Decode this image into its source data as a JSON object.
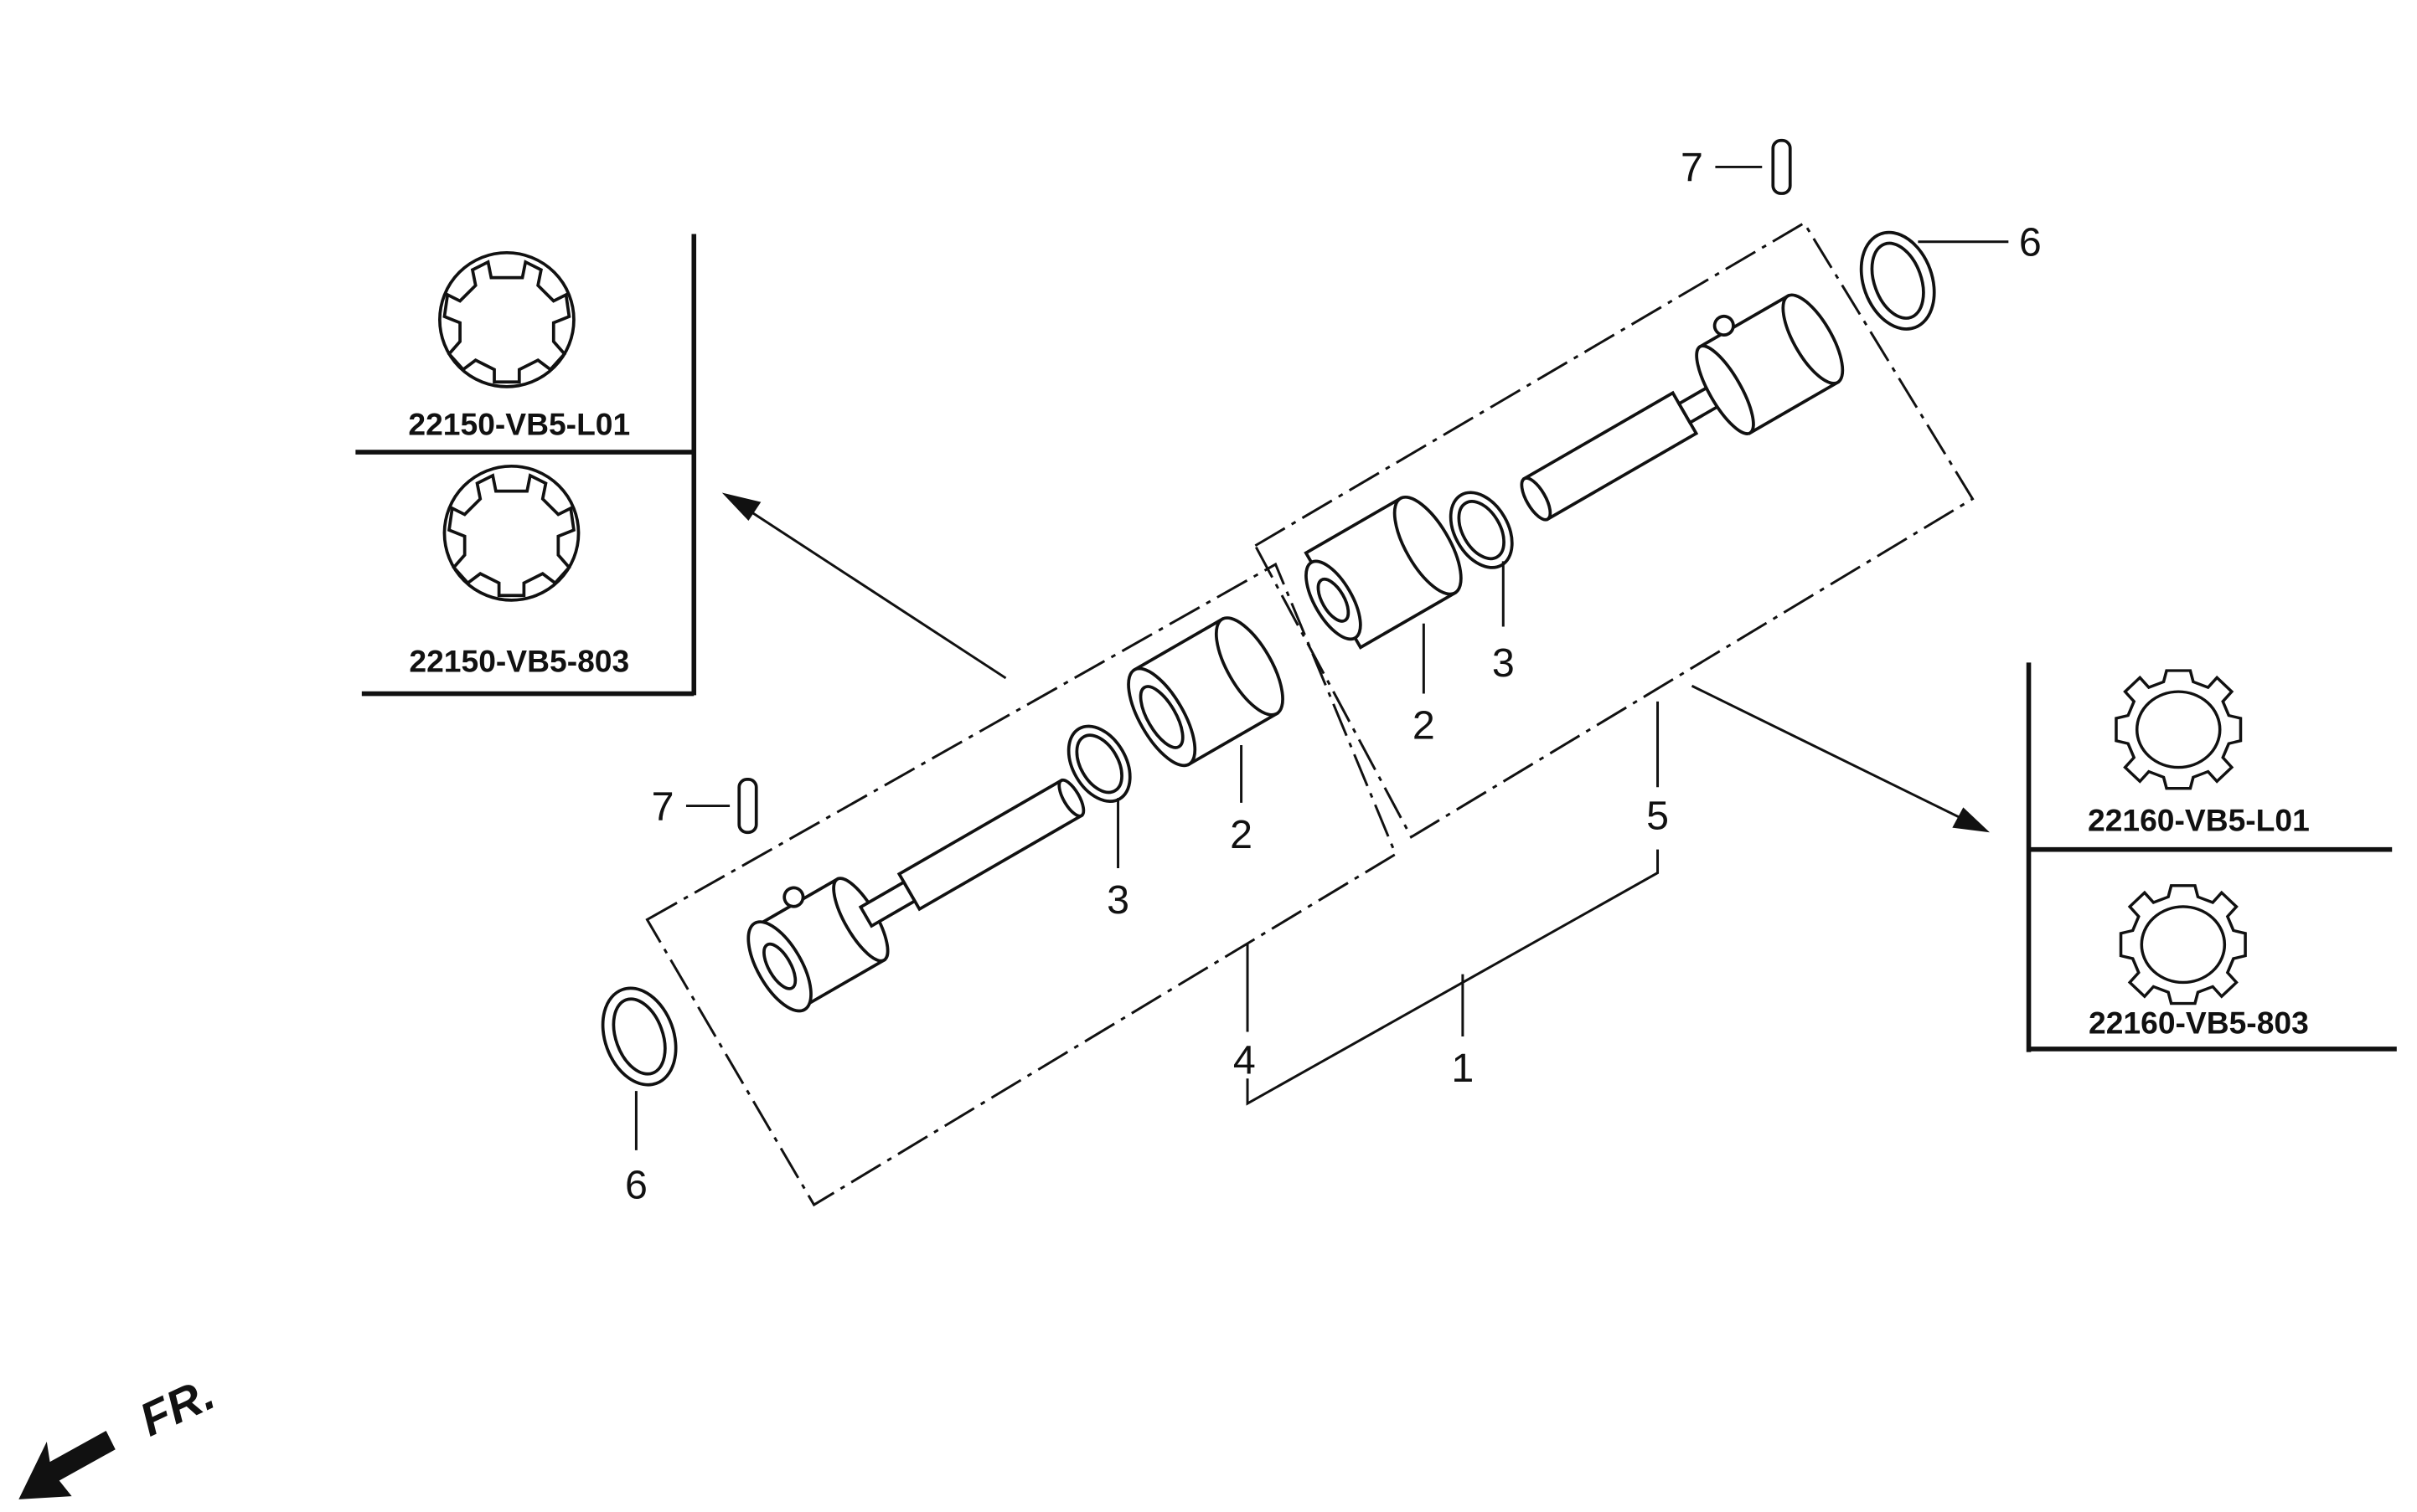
{
  "callouts": {
    "c1": "1",
    "c2a": "2",
    "c2b": "2",
    "c3a": "3",
    "c3b": "3",
    "c4": "4",
    "c5": "5",
    "c6a": "6",
    "c6b": "6",
    "c7a": "7",
    "c7b": "7"
  },
  "left_inset": {
    "parts": [
      "22150-VB5-L01",
      "22150-VB5-803"
    ]
  },
  "right_inset": {
    "parts": [
      "22160-VB5-L01",
      "22160-VB5-803"
    ]
  },
  "direction_label": "FR.",
  "colors": {
    "ink": "#111111",
    "background": "#ffffff"
  }
}
